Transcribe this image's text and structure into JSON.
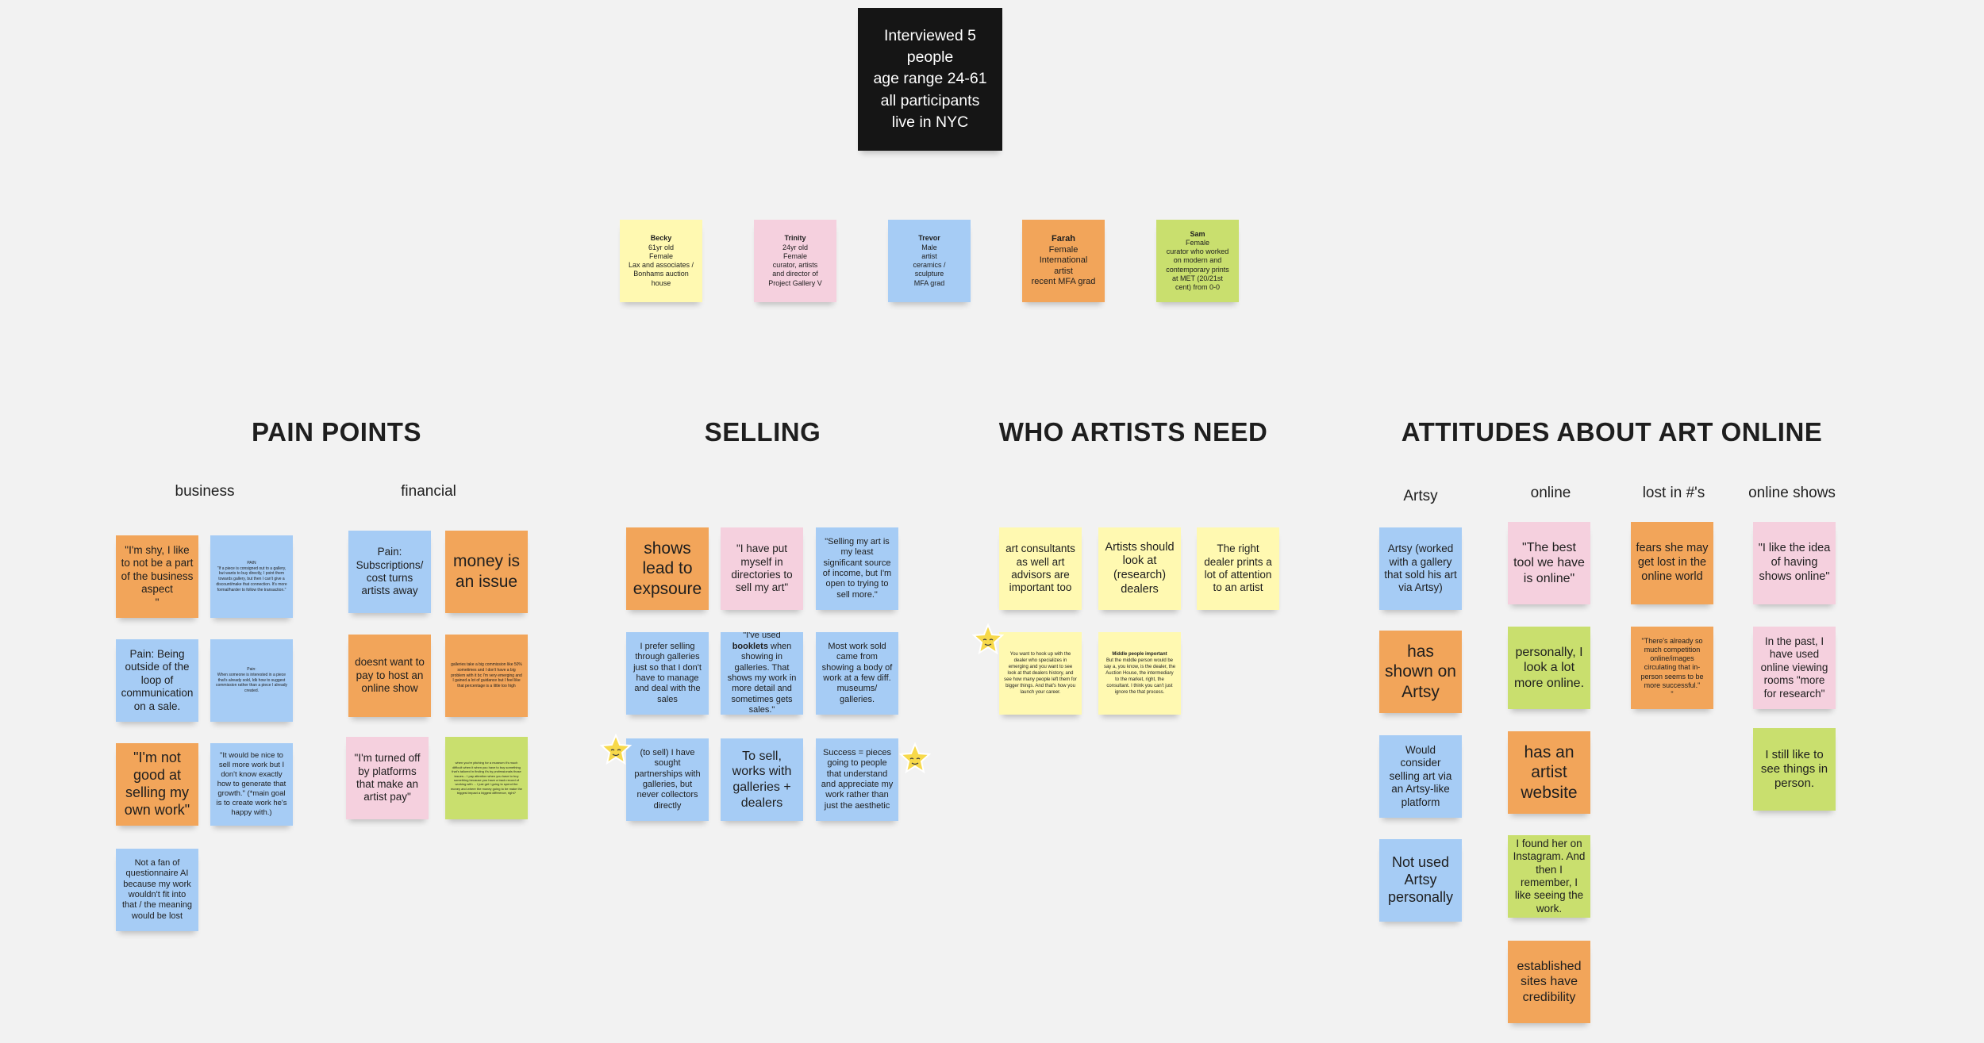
{
  "summary": "Interviewed 5\npeople\nage range 24-61\nall participants\nlive in NYC",
  "participants": [
    {
      "name": "Becky",
      "details": "61yr old\nFemale\nLax and associates /\nBonhams auction\nhouse"
    },
    {
      "name": "Trinity",
      "details": "24yr old\nFemale\ncurator, artists\nand director of\nProject Gallery V"
    },
    {
      "name": "Trevor",
      "details": "Male\nartist\nceramics /\nsculpture\nMFA grad"
    },
    {
      "name": "Farah",
      "details": "Female\nInternational\nartist\nrecent MFA grad"
    },
    {
      "name": "Sam",
      "details": "Female\ncurator who worked\non modern and\ncontemporary prints\nat MET (20/21st\ncent) from 0-0"
    }
  ],
  "headings": {
    "pain_points": "PAIN POINTS",
    "selling": "SELLING",
    "who_artists_need": "WHO ARTISTS NEED",
    "attitudes": "ATTITUDES ABOUT ART ONLINE"
  },
  "subheadings": {
    "business": "business",
    "financial": "financial",
    "artsy": "Artsy",
    "online": "online",
    "lost": "lost in #'s",
    "online_shows": "online shows"
  },
  "notes": {
    "pp1": "\"I'm shy, I like to not be a part of the business aspect\n\"",
    "pp2": "PAIN\n\"If a piece is consigned out to a gallery, but wants to buy directly, I point them towards gallery, but then I can't give a discount/make that connection. It's more formal/harder to follow the transaction.\"",
    "pp3": "Pain: Being outside of the loop of communication on a sale.",
    "pp4": "Pain:\nWhen someone is interested in a piece that's already sold, Idk how to suggest commission rather than a piece I already created.",
    "pp5": "\"I'm not good at selling my own work\"",
    "pp6": "\"It would be nice to sell more work but I don't know exactly how to generate that growth.\" (*main goal is to create work he's happy with.)",
    "pp7": "Not a fan of questionnaire AI because my work wouldn't fit into that / the meaning would be lost",
    "pf1": "Pain: Subscriptions/ cost turns artists away",
    "pf2": "money is an issue",
    "pf3": "doesnt want to pay to host an online show",
    "pf4": "galleries take a big commission like 50% sometimes and I don't have a big problem with it bc I'm very emerging and I gained a lot of guidance but I feel like that percentage is a little too high",
    "pf5": "\"I'm turned off by platforms that make an artist pay\"",
    "pf6": "when you're pitching for a museum it's much difficult when it when you have to buy something that's tailored in finding it's by professionals those issues... I pay attention when you have to buy something because you have a track record of working with ... I just get I going to spend the money and where the money going to be make the biggest impact a biggest difference, right?",
    "s1": "shows lead to expsoure",
    "s2": "\"I have put myself in directories to sell my art\"",
    "s3": "\"Selling my art is my least significant source of income, but I'm open to trying to sell more.\"",
    "s4": "I prefer selling through galleries just so that I don't have to manage and deal with the sales",
    "s5_a": "\"I've used ",
    "s5_b": "booklets",
    "s5_c": " when showing in galleries. That shows my work in more detail and sometimes gets sales.\"",
    "s6": "Most work sold came from showing a body of work at a few diff. museums/ galleries.",
    "s7": "(to sell) I have sought partnerships with galleries, but never collectors directly",
    "s8": "To sell, works with galleries + dealers",
    "s9": "Success = pieces going to people that understand and appreciate my work rather than just the aesthetic",
    "w1": "art consultants as well art advisors are important too",
    "w2": "Artists should look at (research) dealers",
    "w3": "The right dealer prints a lot of attention to an artist",
    "w4": "You want to hook up with the dealer who specializes in emerging and you want to see look at that dealers history, and see how many people left them for bigger things. And that's how you launch your career.",
    "w5_title": "Middle people important",
    "w5": "But the middle person would be say a, you know, is the dealer, the Auction House, the intermediary to the market, right, the consultant. I think you can't just ignore the that process.",
    "a1": "Artsy (worked with a gallery that sold his art via Artsy)",
    "a2": "has shown on Artsy",
    "a3": "Would consider selling art via an Artsy-like platform",
    "a4": "Not used Artsy personally",
    "o1": "\"The best tool we have is online\"",
    "o2": "personally, I look a lot more online.",
    "o3": "has an artist website",
    "o4": "I found her on Instagram. And then I remember, I like seeing the work.",
    "o5": "established sites have credibility",
    "l1": "fears she may get lost in the online world",
    "l2": "\"There's already so much competition online/images circulating that in-person seems to be more successful.\"\n\"",
    "os1": "\"I like the idea of having shows online\"",
    "os2": "In the past, I have used online viewing rooms \"more for research\"",
    "os3": "I still like to see things in person."
  },
  "colors": {
    "background": "#f2f2f2",
    "yellow": "#fff9b1",
    "pink": "#f5d0de",
    "blue": "#a6ccf5",
    "orange": "#f2a55a",
    "green": "#c9df6e",
    "black": "#151515",
    "star": "#f7d94a"
  },
  "icons": [
    "star-sticker-icon"
  ]
}
